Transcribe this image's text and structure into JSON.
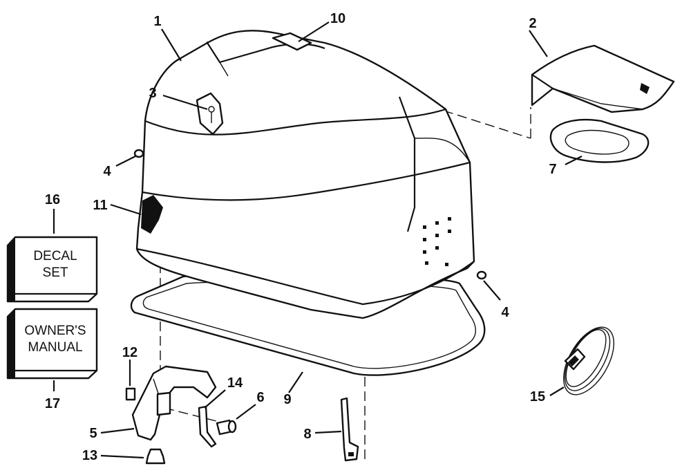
{
  "callouts": {
    "c1": "1",
    "c2": "2",
    "c3": "3",
    "c4a": "4",
    "c4b": "4",
    "c5": "5",
    "c6": "6",
    "c7": "7",
    "c8": "8",
    "c9": "9",
    "c10": "10",
    "c11": "11",
    "c12": "12",
    "c13": "13",
    "c14": "14",
    "c15": "15",
    "c16": "16",
    "c17": "17"
  },
  "boxes": {
    "decal_line1": "DECAL",
    "decal_line2": "SET",
    "manual_line1": "OWNER'S",
    "manual_line2": "MANUAL"
  }
}
